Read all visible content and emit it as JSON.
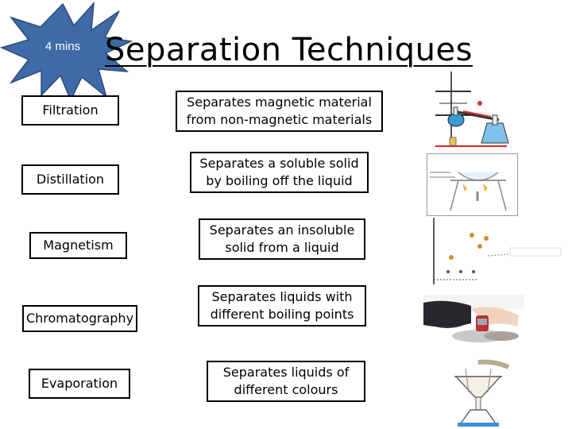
{
  "timer_badge": {
    "label": "4 mins",
    "color": "#3f6aa8"
  },
  "title": "Separation Techniques",
  "techniques": [
    "Filtration",
    "Distillation",
    "Magnetism",
    "Chromatography",
    "Evaporation"
  ],
  "descriptions": [
    "Separates magnetic material from non-magnetic materials",
    "Separates a soluble solid by boiling off the liquid",
    "Separates an insoluble solid from a liquid",
    "Separates liquids with different boiling points",
    "Separates liquids of different colours"
  ],
  "images": [
    "distillation-apparatus",
    "evaporation-apparatus",
    "chromatography-paper",
    "magnet-iron-filings",
    "filtration-funnel"
  ]
}
